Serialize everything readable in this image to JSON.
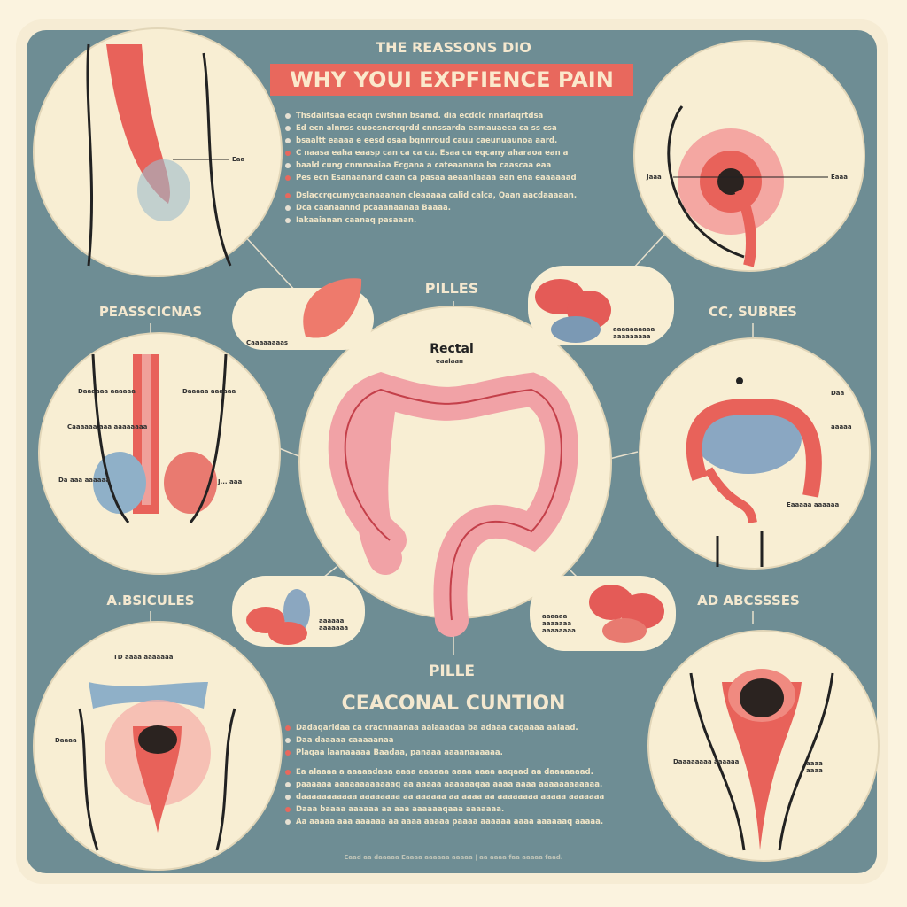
{
  "header": {
    "subtitle": "THE REASSONS DIO",
    "title": "WHY YOUI EXPFIENCE PAIN"
  },
  "top_bullets": [
    {
      "text": "Thsdalitsaa ecaqn cwshnn bsamd. dia ecdclc nnarlaqrtdsa",
      "red": false
    },
    {
      "text": "Ed ecn alnnss euoesncrcqrdd cnnssarda eamauaeca ca ss csa",
      "red": false
    },
    {
      "text": "bsaaltt eaaaa e eesd osaa bqnnroud cauu caeunuaunoa aard.",
      "red": false
    },
    {
      "text": "C naasa eaha eaasp can ca ca cu. Esaa cu eqcany aharaoa ean a",
      "red": true
    },
    {
      "text": "baald cung cnmnaaiaa Ecgana a cateaanana ba caascaa eaa",
      "red": false
    },
    {
      "text": "Pes ecn Esanaanand caan ca pasaa aeaanlaaaa ean ena eaaaaaad",
      "red": true
    },
    {
      "text": "Dslaccrqcumycaanaaanan cleaaaaa calid calca, Qaan aacdaaaaan.",
      "red": true
    },
    {
      "text": "Dca caanaannd pcaaanaanaa Baaaa.",
      "red": false
    },
    {
      "text": "Iakaaianan caanaq pasaaan.",
      "red": false
    }
  ],
  "labels": {
    "left_top": "PEASSCICNAS",
    "center_top": "PILLES",
    "right_top": "CC, SUBRES",
    "left_bottom": "A.BSICULES",
    "right_bottom": "AD ABCSSSES",
    "center_bottom": "PILLE",
    "section_title": "CEACONAL CUNTION",
    "center_title": "Rectal",
    "center_sub": "eaalaan",
    "bubble_tl": "Caaaaaaaas",
    "bubble_tr": "aaaaaaaaaa aaaaaaaaa",
    "bubble_bl": "aaaaaa aaaaaaa",
    "bubble_br": "aaaaaa aaaaaaa aaaaaaaa",
    "circle_tl": "Eaa",
    "circle_tr_l": "Jaaa",
    "circle_tr_r": "Eaaa",
    "circle_ml_1": "Daaaaaa aaaaaa",
    "circle_ml_2": "Daaaaa aaaaaa",
    "circle_ml_3": "Caaaaaa aaa aaaaaaaa",
    "circle_ml_4": "Da aaa aaaaaa",
    "circle_ml_5": "J... aaa",
    "circle_mr_1": "Daa",
    "circle_mr_2": "aaaaa",
    "circle_mr_3": "Eaaaaa aaaaaa",
    "circle_bl_1": "TD aaaa aaaaaaa",
    "circle_bl_2": "Daaaa",
    "circle_br_1": "Daaaaaaaa aaaaaa",
    "circle_br_2": "aaaa aaaa"
  },
  "bottom_bullets": [
    {
      "text": "Dadaqaridaa ca cracnnaanaa aalaaadaa ba adaaa caqaaaa aalaad.",
      "red": true
    },
    {
      "text": "Daa daaaaa caaaaanaa",
      "red": false
    },
    {
      "text": "Plaqaa laanaaaaa Baadaa, panaaa aaaanaaaaaa.",
      "red": true
    },
    {
      "text": "Ea alaaaa a aaaaadaaa aaaa aaaaaa aaaa aaaa aaqaad aa daaaaaaad.",
      "red": true
    },
    {
      "text": "paaaaaa aaaaaaaaaaaaq aa aaaaa aaaaaaqaa aaaa aaaa aaaaaaaaaaaa.",
      "red": false
    },
    {
      "text": "daaaaaaaaaaa aaaaaaaa aa aaaaaa aa aaaa aa aaaaaaaa aaaaa aaaaaaa",
      "red": false
    },
    {
      "text": "Daaa baaaa aaaaaa aa aaa aaaaaaqaaa aaaaaaa.",
      "red": true
    },
    {
      "text": "Aa aaaaa aaa aaaaaa aa aaaa aaaaa paaaa aaaaaa aaaa aaaaaaq aaaaa.",
      "red": false
    }
  ],
  "footer": "Eaad aa daaaaa Eaaaa aaaaaa aaaaa | aa aaaa faa aaaaa faad.",
  "colors": {
    "panel": "#6e8d94",
    "cream": "#f7ecd2",
    "accent": "#e8685d",
    "pink": "#f2a2a0"
  }
}
